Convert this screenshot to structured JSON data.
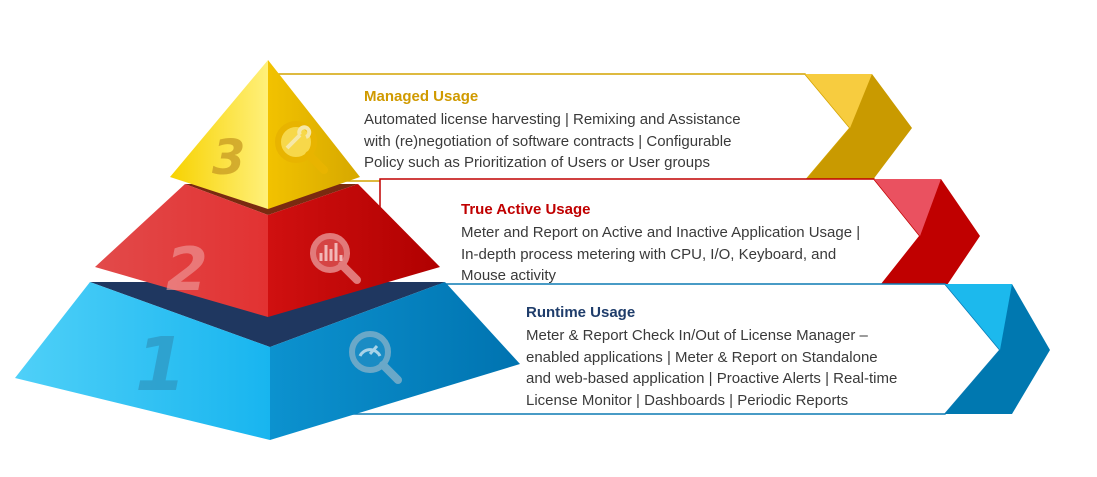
{
  "tiers": [
    {
      "number": "3",
      "title": "Managed Usage",
      "icon": "wrench-magnifier-icon",
      "color": "#f5c800",
      "accent": "#c99a00",
      "lines": [
        "Automated license harvesting | Remixing and Assistance",
        "with (re)negotiation of  software contracts | Configurable",
        "Policy such as Prioritization of Users or User groups"
      ]
    },
    {
      "number": "2",
      "title": "True Active Usage",
      "icon": "equalizer-magnifier-icon",
      "color": "#d11a1a",
      "accent": "#b10000",
      "lines": [
        "Meter and Report on Active and Inactive Application Usage |",
        "In-depth process metering with CPU, I/O, Keyboard, and",
        "Mouse activity"
      ]
    },
    {
      "number": "1",
      "title": "Runtime Usage",
      "icon": "gauge-magnifier-icon",
      "color": "#19b4ee",
      "accent": "#1f3d6b",
      "lines": [
        "Meter & Report Check In/Out of License Manager –",
        "enabled applications | Meter & Report on Standalone",
        "and web-based application | Proactive Alerts | Real-time",
        "License Monitor | Dashboards | Periodic Reports"
      ]
    }
  ]
}
